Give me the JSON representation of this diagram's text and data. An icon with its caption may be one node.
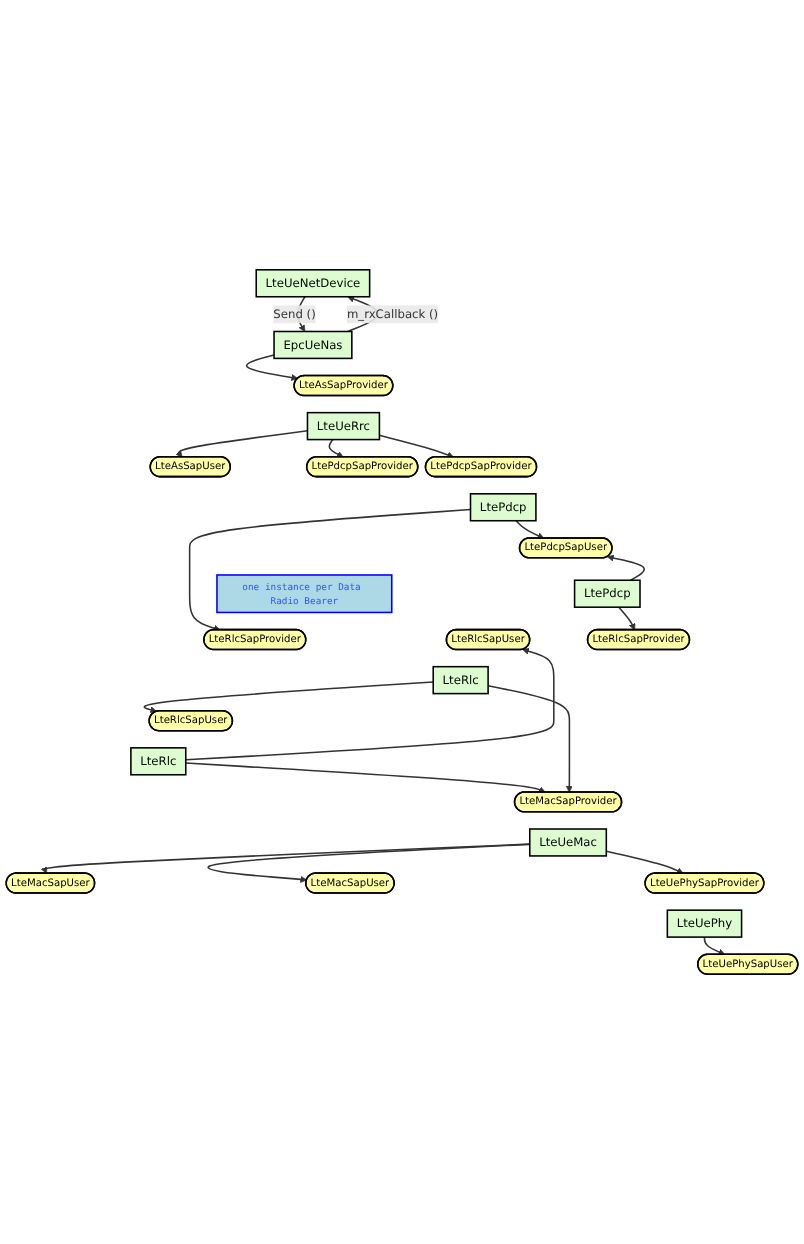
{
  "diagram": {
    "nodes": [
      {
        "text": [
          "LteUeNetDevice"
        ]
      },
      {
        "text": [
          "EpcUeNas"
        ]
      },
      {
        "text": [
          "LteAsSapUser"
        ]
      },
      {
        "text": [
          "LteAsSapProvider"
        ]
      },
      {
        "text": [
          "LteUeRrc"
        ]
      },
      {
        "text": [
          "LtePdcpSapUser"
        ]
      },
      {
        "text": [
          "LtePdcpSapProvider"
        ]
      },
      {
        "text": [
          "LtePdcpSapProvider"
        ]
      },
      {
        "text": [
          "LtePdcp"
        ]
      },
      {
        "text": [
          "LtePdcp"
        ]
      },
      {
        "text": [
          "one instance per Data Radio Bearer"
        ]
      },
      {
        "text": [
          "LteRlcSapUser"
        ]
      },
      {
        "text": [
          "LteRlcSapUser"
        ]
      },
      {
        "text": [
          "LteRlcSapProvider"
        ]
      },
      {
        "text": [
          "LteRlcSapProvider"
        ]
      },
      {
        "text": [
          "LteRlc"
        ]
      },
      {
        "text": [
          "LteRlc"
        ]
      },
      {
        "text": [
          "LteMacSapUser"
        ]
      },
      {
        "text": [
          "LteMacSapUser"
        ]
      },
      {
        "text": [
          "LteMacSapProvider"
        ]
      },
      {
        "text": [
          "LteUeMac"
        ]
      },
      {
        "text": [
          "LteUePhySapUser"
        ]
      },
      {
        "text": [
          "LteUePhySapProvider"
        ]
      },
      {
        "text": [
          "LteUePhy"
        ]
      }
    ],
    "edges": [
      {
        "from": 0,
        "to": 1,
        "arrow": "to",
        "label": "Send ()"
      },
      {
        "from": 1,
        "to": 0,
        "arrow": "to",
        "label": "m_rxCallback ()"
      },
      {
        "from": 1,
        "to": 3,
        "arrow": "to"
      },
      {
        "from": 4,
        "to": 2,
        "arrow": "to"
      },
      {
        "from": 4,
        "to": 6,
        "arrow": "to"
      },
      {
        "from": 4,
        "to": 7,
        "arrow": "to"
      },
      {
        "from": 8,
        "to": 5,
        "arrow": "to"
      },
      {
        "from": 9,
        "to": 5,
        "arrow": "to"
      },
      {
        "from": 8,
        "to": 13,
        "arrow": "to"
      },
      {
        "from": 15,
        "to": 11,
        "arrow": "to"
      },
      {
        "from": 9,
        "to": 14,
        "arrow": "to"
      },
      {
        "from": 16,
        "to": 12,
        "arrow": "to"
      },
      {
        "from": 15,
        "to": 19,
        "arrow": "to"
      },
      {
        "from": 16,
        "to": 19,
        "arrow": "to"
      },
      {
        "from": 20,
        "to": 17,
        "arrow": "to"
      },
      {
        "from": 20,
        "to": 18,
        "arrow": "to"
      },
      {
        "from": 20,
        "to": 22,
        "arrow": "to"
      },
      {
        "from": 23,
        "to": 21,
        "arrow": "to"
      }
    ]
  }
}
